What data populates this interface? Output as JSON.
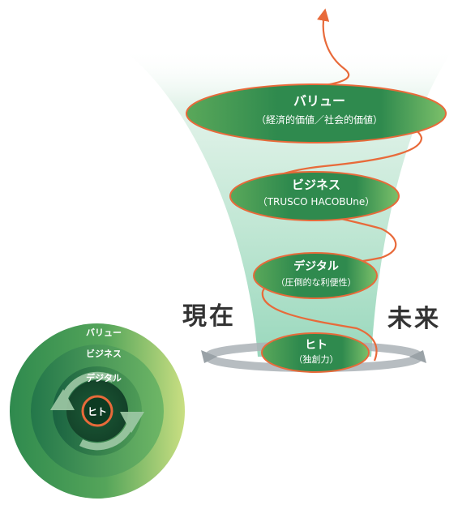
{
  "funnel": {
    "levels": [
      {
        "title": "バリュー",
        "subtitle": "（経済的価値／社会的価値）"
      },
      {
        "title": "ビジネス",
        "subtitle": "（TRUSCO HACOBUne）"
      },
      {
        "title": "デジタル",
        "subtitle": "（圧倒的な利便性）"
      },
      {
        "title": "ヒト",
        "subtitle": "（独創力）"
      }
    ]
  },
  "timeline": {
    "left_label": "現在",
    "right_label": "未来"
  },
  "rings": {
    "labels": [
      "バリュー",
      "ビジネス",
      "デジタル",
      "ヒト"
    ]
  },
  "colors": {
    "spiral": "#e86a3a",
    "ellipse_fill": "#2f8a4e",
    "ellipse_fill_light": "#7cc06a",
    "funnel_light": "#d8efe4",
    "core": "#0d3b22"
  },
  "icons": {
    "up_arrow": "arrow-up-icon",
    "circular_arrows": "circular-arrows-icon"
  }
}
